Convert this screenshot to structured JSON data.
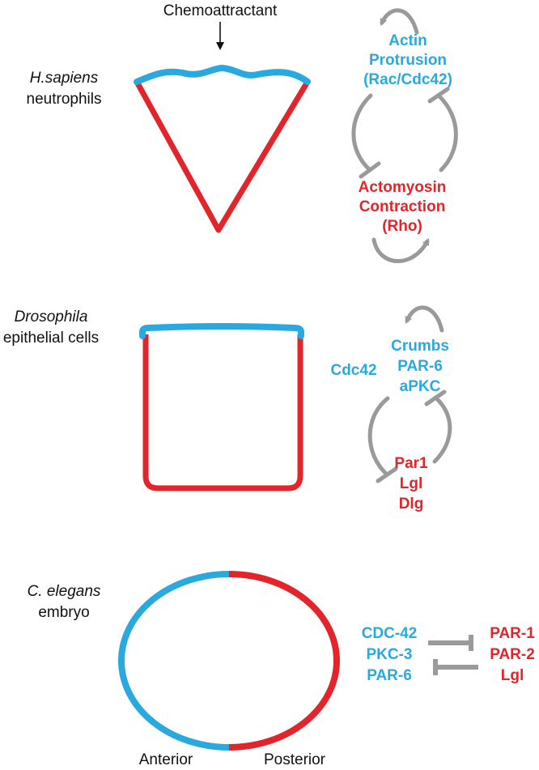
{
  "colors": {
    "blue": "#2aa9df",
    "red": "#e3242b",
    "gray": "#9a9a9a",
    "text": "#111111"
  },
  "panel_neutrophil": {
    "stimulus": "Chemoattractant",
    "species": "H.sapiens",
    "cell_type": "neutrophils",
    "front_lines": [
      "Actin",
      "Protrusion",
      "(Rac/Cdc42)"
    ],
    "back_lines": [
      "Actomyosin",
      "Contraction",
      "(Rho)"
    ]
  },
  "panel_epithelial": {
    "species": "Drosophila",
    "cell_type": "epithelial cells",
    "apical_lines": [
      "Crumbs",
      "PAR-6",
      "aPKC"
    ],
    "apical_side_label": "Cdc42",
    "basolateral_lines": [
      "Par1",
      "Lgl",
      "Dlg"
    ]
  },
  "panel_embryo": {
    "species": "C. elegans",
    "cell_type": "embryo",
    "anterior_lines": [
      "CDC-42",
      "PKC-3",
      "PAR-6"
    ],
    "posterior_lines": [
      "PAR-1",
      "PAR-2",
      "Lgl"
    ],
    "anterior_label": "Anterior",
    "posterior_label": "Posterior"
  }
}
